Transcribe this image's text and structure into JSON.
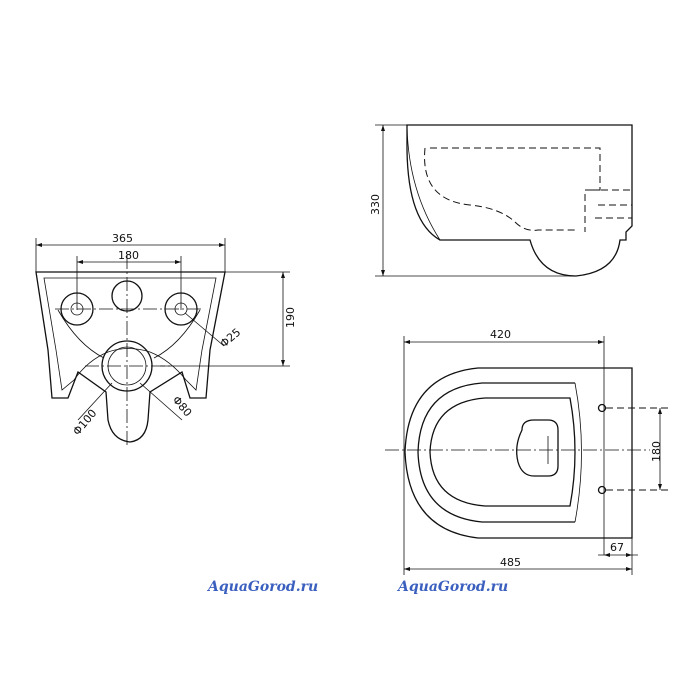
{
  "front_view": {
    "width_total": "365",
    "width_inner": "180",
    "height": "190",
    "dia_small": "Φ25",
    "dia_large": "Φ100",
    "dia_mid": "Φ80"
  },
  "side_view": {
    "height": "330"
  },
  "top_view": {
    "width_top": "420",
    "width_bottom": "485",
    "offset": "67",
    "bolt_spacing": "180"
  },
  "watermarks": {
    "left": "AquaGorod.ru",
    "right": "AquaGorod.ru"
  }
}
